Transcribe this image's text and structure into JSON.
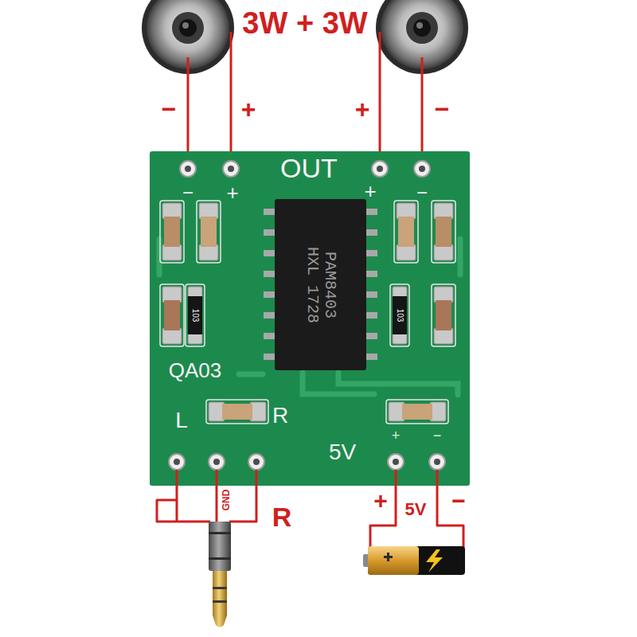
{
  "diagram": {
    "nodes": [
      {
        "text": [
          "−",
          "+",
          "OUT",
          "+",
          "−",
          "103",
          "103",
          "QA03",
          "L",
          "R",
          "5V",
          "+",
          "−"
        ]
      },
      {
        "text": [
          "PAM8403 HXL 1728"
        ],
        "in": 0
      }
    ],
    "labels": [
      "−",
      "+",
      "3W + 3W",
      "+",
      "−",
      "GND",
      "R",
      "+",
      "5V",
      "−"
    ]
  }
}
